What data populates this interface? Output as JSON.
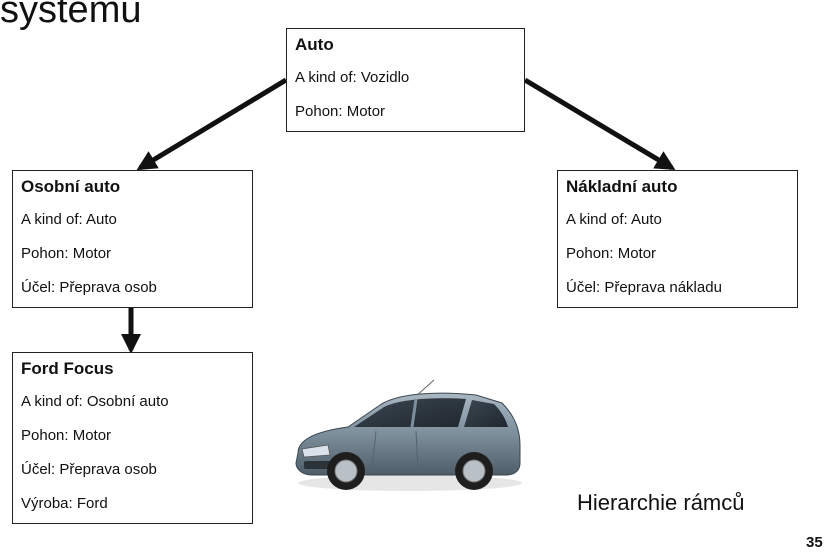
{
  "slide": {
    "title_fragment": "systému",
    "caption": "Hierarchie rámců",
    "page_number": "35"
  },
  "frames": {
    "auto": {
      "name": "Auto",
      "slots": [
        "A kind of: Vozidlo",
        "Pohon: Motor"
      ]
    },
    "osobni": {
      "name": "Osobní auto",
      "slots": [
        "A kind of: Auto",
        "Pohon: Motor",
        "Účel: Přeprava osob"
      ]
    },
    "nakladni": {
      "name": "Nákladní auto",
      "slots": [
        "A kind of: Auto",
        "Pohon: Motor",
        "Účel: Přeprava nákladu"
      ]
    },
    "ford": {
      "name": "Ford Focus",
      "slots": [
        "A kind of: Osobní auto",
        "Pohon: Motor",
        "Účel: Přeprava osob",
        "Výroba: Ford"
      ]
    }
  },
  "edges": [
    {
      "from": "Auto",
      "to": "Osobní auto"
    },
    {
      "from": "Auto",
      "to": "Nákladní auto"
    },
    {
      "from": "Osobní auto",
      "to": "Ford Focus"
    }
  ],
  "colors": {
    "line": "#111111",
    "car_body": "#7d8f9c"
  },
  "image": {
    "icon": "car-illustration"
  }
}
